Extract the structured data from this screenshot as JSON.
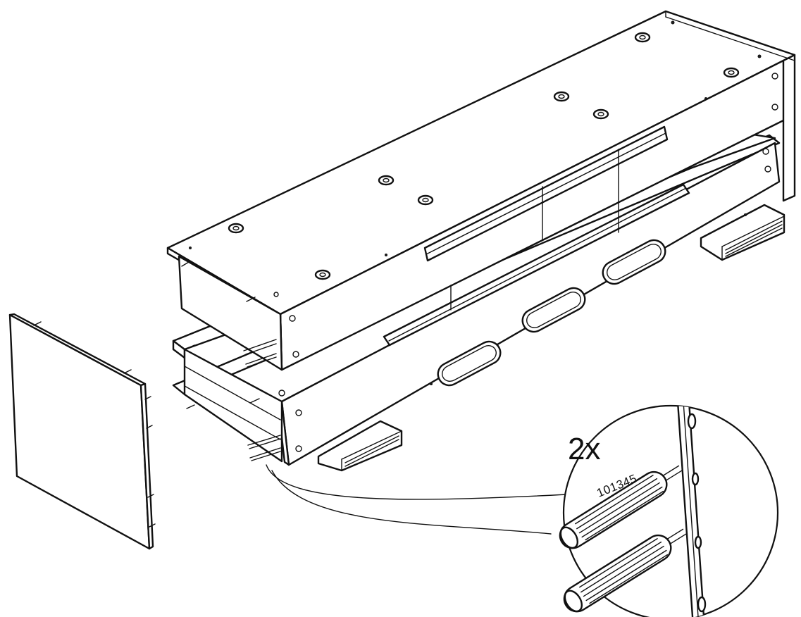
{
  "instruction": {
    "quantity_label": "2x",
    "part_number": "101345"
  },
  "colors": {
    "line": "#111111",
    "background": "#ffffff"
  },
  "icons": [
    "dowel-icon",
    "side-panel",
    "tv-bench-frame",
    "magnifier-callout"
  ]
}
